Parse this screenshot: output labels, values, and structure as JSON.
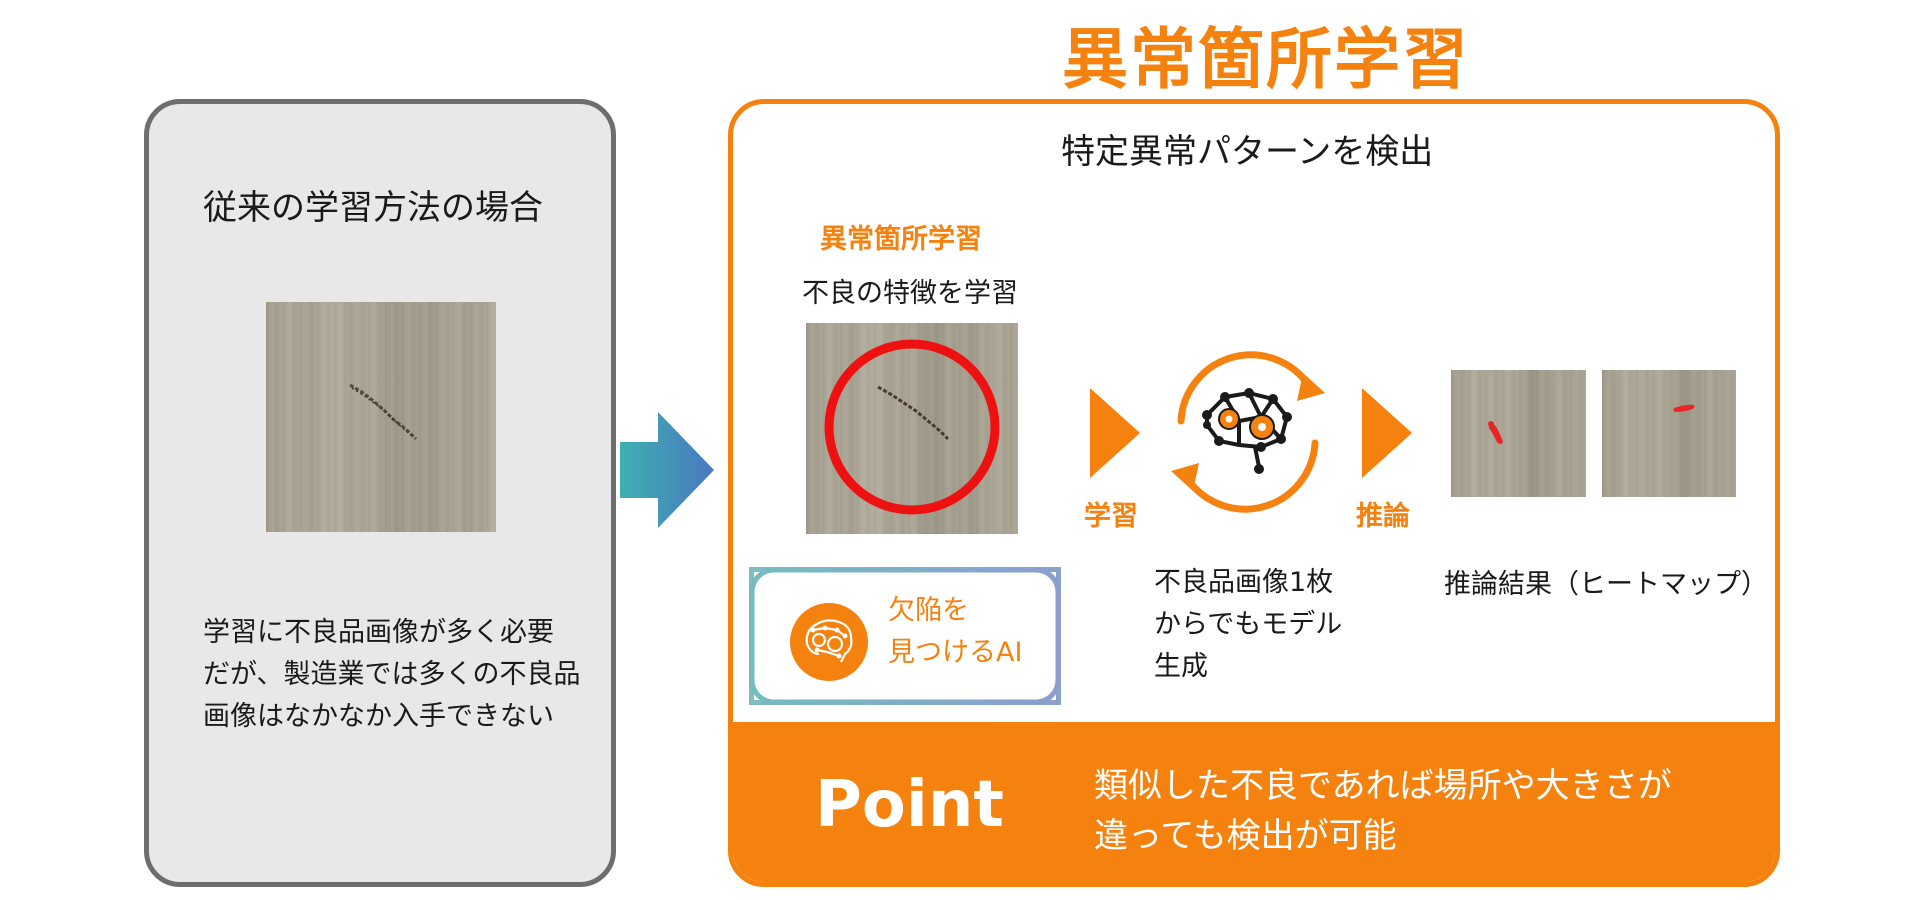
{
  "title": "異常箇所学習",
  "left_panel": {
    "heading": "従来の学習方法の場合",
    "description_lines": [
      "学習に不良品画像が多く必要",
      "だが、製造業では多くの不良品",
      "画像はなかなか入手できない"
    ]
  },
  "right_panel": {
    "heading": "特定異常パターンを検出",
    "section_label": "異常箇所学習",
    "section_sub": "不良の特徴を学習",
    "ai_card_lines": [
      "欠陥を",
      "見つけるAI"
    ],
    "learn_label": "学習",
    "infer_label": "推論",
    "model_caption_lines": [
      "不良品画像1枚",
      "からでもモデル",
      "生成"
    ],
    "result_caption": "推論結果（ヒートマップ）"
  },
  "point": {
    "label": "Point",
    "lines": [
      "類似した不良であれば場所や大きさが",
      "違っても検出が可能"
    ]
  },
  "colors": {
    "accent": "#f5820f",
    "left_border": "#6e6e6e",
    "left_bg": "#e8e8e8",
    "defect_circle": "#ee1111",
    "heatmap": "#e8262a"
  }
}
